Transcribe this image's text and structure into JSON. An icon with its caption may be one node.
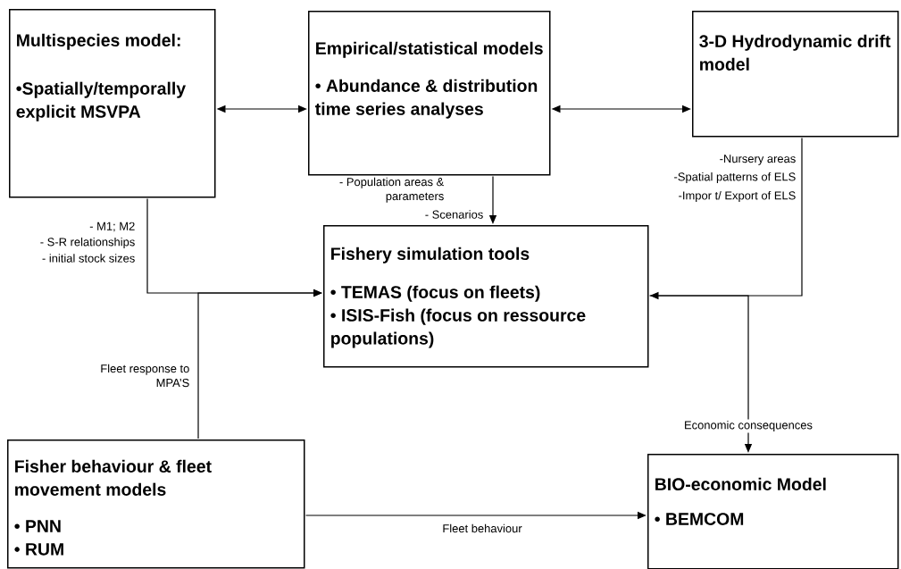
{
  "diagram": {
    "nodes": [
      {
        "text": [
          "Multispecies model:",
          "•Spatially/temporally explicit MSVPA"
        ]
      },
      {
        "text": [
          "Empirical/statistical models",
          "• Abundance & distribution time series analyses"
        ]
      },
      {
        "text": [
          "3-D Hydrodynamic drift model"
        ]
      },
      {
        "text": [
          "Fishery simulation tools",
          "• TEMAS (focus on fleets)",
          "• ISIS-Fish (focus on ressource populations)"
        ]
      },
      {
        "text": [
          "Fisher behaviour & fleet movement models",
          "• PNN",
          "• RUM"
        ]
      },
      {
        "text": [
          "BIO-economic Model",
          "• BEMCOM"
        ]
      }
    ],
    "edges": [
      {
        "from": 0,
        "to": 1,
        "arrow": "both"
      },
      {
        "from": 1,
        "to": 2,
        "arrow": "both"
      },
      {
        "from": 1,
        "to": 3,
        "arrow": "to"
      },
      {
        "from": 0,
        "to": 3,
        "arrow": "to"
      },
      {
        "from": 2,
        "to": 3,
        "arrow": "to"
      },
      {
        "from": 4,
        "to": 3,
        "arrow": "to",
        "label": "Fleet response to MPA’S"
      },
      {
        "from": 3,
        "to": 5,
        "arrow": "to",
        "label": "Economic consequences"
      },
      {
        "from": 4,
        "to": 5,
        "arrow": "to",
        "label": "Fleet behaviour"
      }
    ],
    "labels": [
      "- Population areas & parameters",
      "- Scenarios",
      "-Nursery areas",
      "-Spatial patterns of ELS",
      "-Impor t/ Export of ELS",
      "- M1; M2",
      "- S-R relationships",
      "- initial stock sizes"
    ]
  }
}
